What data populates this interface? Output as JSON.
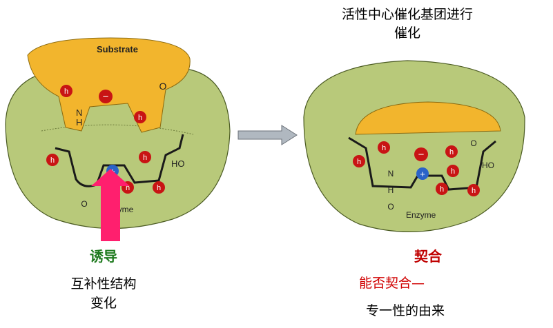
{
  "captions": {
    "top_line1": "活性中心催化基团进行",
    "top_line2": "催化",
    "induce": "诱导",
    "complement_line1": "互补性结构",
    "complement_line2": "变化",
    "fit": "契合",
    "can_fit": "能否契合—",
    "specificity_origin": "专一性的由来"
  },
  "left_panel": {
    "substrate_label": "Substrate",
    "enzyme_label": "Enzyme",
    "group_h": "h",
    "minus_sign": "−",
    "plus_sign": "+",
    "o_label": "O",
    "nh_label": "N\nH",
    "ho_label": "HO"
  },
  "right_panel": {
    "enzyme_label": "Enzyme",
    "group_h": "h",
    "minus_sign": "−",
    "plus_sign": "+",
    "o_label": "O",
    "ho_label": "HO",
    "n_label": "N",
    "h_label": "H"
  },
  "colors": {
    "enzyme_fill": "#b8c97a",
    "substrate_fill": "#f2b52d",
    "h_group": "#c81414",
    "plus_group": "#2a63c8",
    "arrow_pink": "#ff1f6e",
    "arrow_grey": "#b0b8c0"
  }
}
